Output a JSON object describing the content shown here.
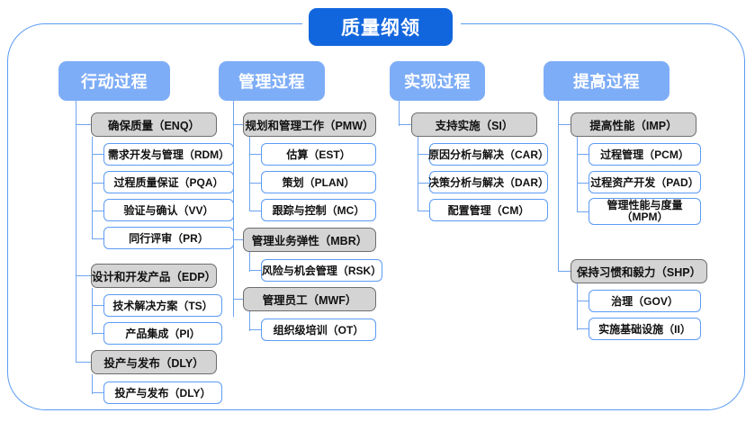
{
  "diagram": {
    "title": "质量纲领",
    "frame_color": "#5b9bf4",
    "title_color": "#1266dd",
    "header_color": "#7eadf7",
    "group_color": "#d4d4d4",
    "leaf_border_color": "#5b9bf4",
    "columns": [
      {
        "header": "行动过程",
        "groups": [
          {
            "label": "确保质量（ENQ）",
            "children": [
              "需求开发与管理（RDM）",
              "过程质量保证（PQA）",
              "验证与确认（VV）",
              "同行评审（PR）"
            ]
          },
          {
            "label": "设计和开发产品（EDP）",
            "children": [
              "技术解决方案（TS）",
              "产品集成（PI）"
            ]
          },
          {
            "label": "投产与发布（DLY）",
            "children": [
              "投产与发布（DLY）"
            ]
          }
        ]
      },
      {
        "header": "管理过程",
        "groups": [
          {
            "label": "规划和管理工作（PMW）",
            "children": [
              "估算（EST）",
              "策划（PLAN）",
              "跟踪与控制（MC）"
            ]
          },
          {
            "label": "管理业务弹性（MBR）",
            "children": [
              "风险与机会管理（RSK）"
            ]
          },
          {
            "label": "管理员工（MWF）",
            "children": [
              "组织级培训（OT）"
            ]
          }
        ]
      },
      {
        "header": "实现过程",
        "groups": [
          {
            "label": "支持实施（SI）",
            "children": [
              "原因分析与解决（CAR）",
              "决策分析与解决（DAR）",
              "配置管理（CM）"
            ]
          }
        ]
      },
      {
        "header": "提高过程",
        "groups": [
          {
            "label": "提高性能（IMP）",
            "children": [
              "过程管理（PCM）",
              "过程资产开发（PAD）",
              "管理性能与度量（MPM）"
            ]
          },
          {
            "label": "保持习惯和毅力（SHP）",
            "children": [
              "治理（GOV）",
              "实施基础设施（II）"
            ]
          }
        ]
      }
    ]
  }
}
